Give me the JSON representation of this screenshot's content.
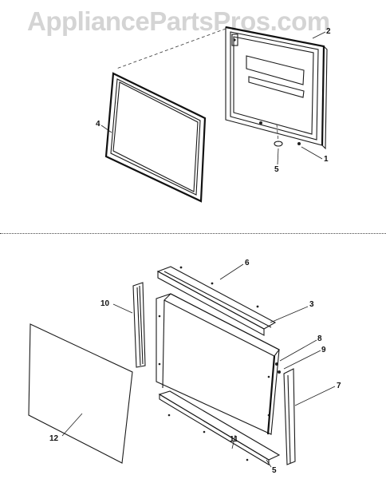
{
  "watermark": "AppliancePartsPros.com",
  "upper_assembly": {
    "callouts": {
      "c2": "2",
      "c4": "4",
      "c5": "5",
      "c1": "1"
    }
  },
  "lower_assembly": {
    "callouts": {
      "c6": "6",
      "c10": "10",
      "c3": "3",
      "c8": "8",
      "c9": "9",
      "c7": "7",
      "c12": "12",
      "c11": "11",
      "c5": "5"
    }
  }
}
